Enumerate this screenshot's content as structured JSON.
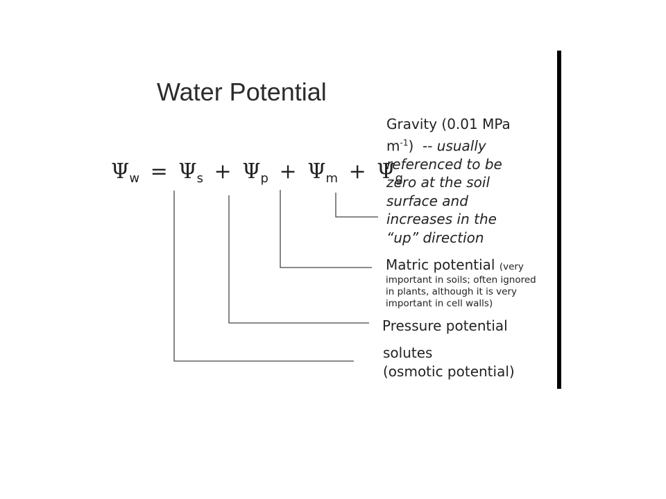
{
  "title": "Water Potential",
  "equation": {
    "symbol": "Ψ",
    "lhs_sub": "w",
    "equals": "=",
    "plus": "+",
    "terms": [
      {
        "sub": "s"
      },
      {
        "sub": "p"
      },
      {
        "sub": "m"
      },
      {
        "sub": "g"
      }
    ]
  },
  "labels": {
    "gravity": {
      "line1": "Gravity (0.01 MPa",
      "line2_prefix": "m",
      "line2_sup": "-1",
      "line2_mid": ")  -- ",
      "line2_italic": "usually",
      "italic_lines": [
        "referenced to be",
        "zero at the soil",
        "surface and",
        "increases in the",
        "“up” direction"
      ]
    },
    "matric": {
      "main": "Matric potential",
      "note_first": "(very",
      "note_lines": [
        "important in soils; often ignored",
        "in plants, although it is very",
        "important in cell walls)"
      ]
    },
    "pressure": "Pressure potential",
    "solutes": {
      "line1": "solutes",
      "line2": "(osmotic potential)"
    }
  },
  "colors": {
    "text": "#222222",
    "title": "#2b2b2b",
    "connector": "#444444",
    "right_bar": "#000000"
  }
}
